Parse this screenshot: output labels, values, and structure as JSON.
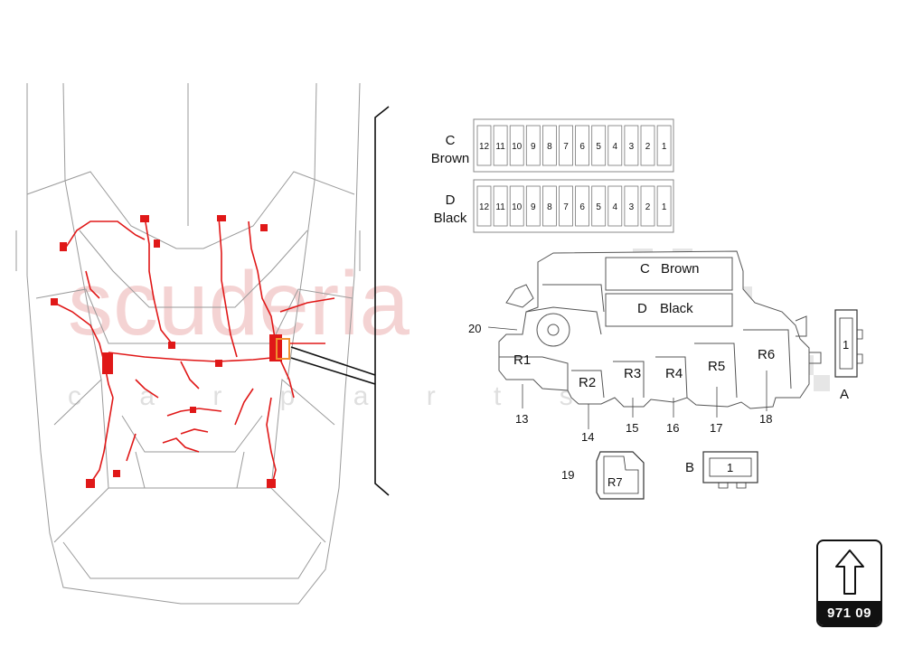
{
  "fuse_rows": [
    {
      "letter": "C",
      "color_name": "Brown",
      "slots": [
        "12",
        "11",
        "10",
        "9",
        "8",
        "7",
        "6",
        "5",
        "4",
        "3",
        "2",
        "1"
      ]
    },
    {
      "letter": "D",
      "color_name": "Black",
      "slots": [
        "12",
        "11",
        "10",
        "9",
        "8",
        "7",
        "6",
        "5",
        "4",
        "3",
        "2",
        "1"
      ]
    }
  ],
  "box_labels": {
    "c": "C",
    "c_color": "Brown",
    "d": "D",
    "d_color": "Black"
  },
  "relays": [
    "R1",
    "R2",
    "R3",
    "R4",
    "R5",
    "R6"
  ],
  "relay_r7": "R7",
  "callouts": [
    "13",
    "14",
    "15",
    "16",
    "17",
    "18",
    "19",
    "20"
  ],
  "connector_a": {
    "letter": "A",
    "pin": "1"
  },
  "connector_b": {
    "letter": "B",
    "pin": "1"
  },
  "watermark": {
    "main": "scuderia",
    "sub": "c a r p a r t s",
    "color": "#e8a0a0"
  },
  "reference": {
    "code": "971 09",
    "icon": "arrow-up-icon"
  },
  "harness_color": "#e01818"
}
